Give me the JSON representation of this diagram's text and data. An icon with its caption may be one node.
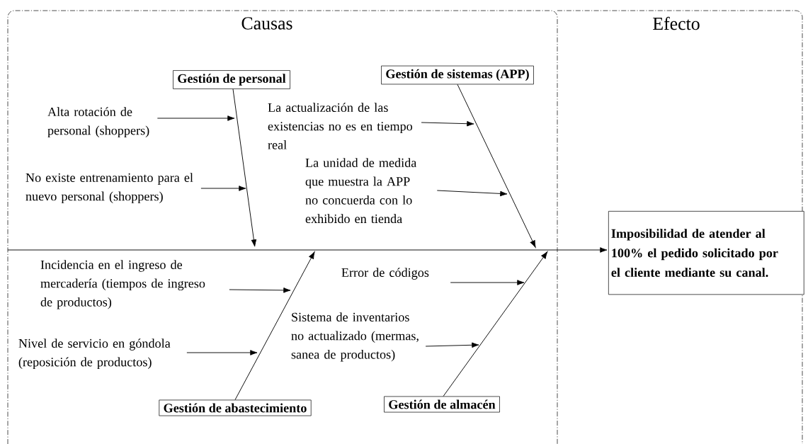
{
  "diagram": {
    "nodes": [
      {
        "text": [
          "Gestión de personal"
        ]
      },
      {
        "text": [
          "Gestión de sistemas (APP)"
        ]
      },
      {
        "text": [
          "Gestión de abastecimiento"
        ]
      },
      {
        "text": [
          "Gestión de almacén"
        ]
      },
      {
        "text": [
          "Imposibilidad de atender al 100% el pedido solicitado por el cliente mediante su canal."
        ]
      },
      {
        "text": [
          "Alta rotación de personal (shoppers)"
        ]
      },
      {
        "text": [
          "No existe entrenamiento para el nuevo personal (shoppers)"
        ]
      },
      {
        "text": [
          "La actualización de las existencias no es en tiempo real"
        ]
      },
      {
        "text": [
          "La unidad de medida que muestra la APP no concuerda con lo exhibido en tienda"
        ]
      },
      {
        "text": [
          "Incidencia en el ingreso de mercadería (tiempos de ingreso de productos)"
        ]
      },
      {
        "text": [
          "Nivel de servicio en góndola (reposición de productos)"
        ]
      },
      {
        "text": [
          "Error de códigos"
        ]
      },
      {
        "text": [
          "Sistema de inventarios no actualizado (mermas, sanea de productos)"
        ]
      }
    ],
    "edges": [
      {
        "from": null,
        "to": 4,
        "arrow": "to"
      },
      {
        "from": 0,
        "to": null,
        "arrow": "to"
      },
      {
        "from": 1,
        "to": null,
        "arrow": "to"
      },
      {
        "from": 2,
        "to": null,
        "arrow": "to"
      },
      {
        "from": 3,
        "to": null,
        "arrow": "to"
      },
      {
        "from": 5,
        "to": null,
        "arrow": "to"
      },
      {
        "from": 6,
        "to": null,
        "arrow": "to"
      },
      {
        "from": 7,
        "to": null,
        "arrow": "to"
      },
      {
        "from": 8,
        "to": null,
        "arrow": "to"
      },
      {
        "from": 9,
        "to": null,
        "arrow": "to"
      },
      {
        "from": 10,
        "to": null,
        "arrow": "to"
      },
      {
        "from": 11,
        "to": null,
        "arrow": "to"
      },
      {
        "from": 12,
        "to": null,
        "arrow": "to"
      }
    ],
    "labels": [
      "Causas",
      "Efecto"
    ]
  }
}
